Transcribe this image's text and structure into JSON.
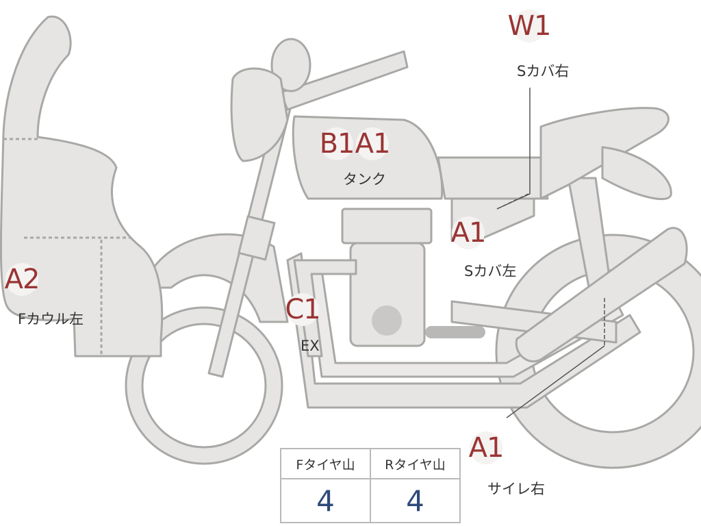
{
  "parts": [
    {
      "id": "w1",
      "grade": "W1",
      "label": "Sカバ右"
    },
    {
      "id": "tank",
      "grades": [
        "B1",
        "A1"
      ],
      "label": "タンク"
    },
    {
      "id": "side-cover-left",
      "grade": "A1",
      "label": "Sカバ左"
    },
    {
      "id": "front-cowl-left",
      "grade": "A2",
      "label": "Fカウル左"
    },
    {
      "id": "exhaust",
      "grade": "C1",
      "label": "EX"
    },
    {
      "id": "muffler-right",
      "grade": "A1",
      "label": "サイレ右"
    }
  ],
  "tires": {
    "headers": [
      "Fタイヤ山",
      "Rタイヤ山"
    ],
    "values": [
      "4",
      "4"
    ]
  },
  "colors": {
    "body": "#e6e5e3",
    "outline": "#a8a8a6",
    "grade_text": "#9a3434",
    "label_text": "#333333",
    "tire_value": "#2f4a7a"
  }
}
